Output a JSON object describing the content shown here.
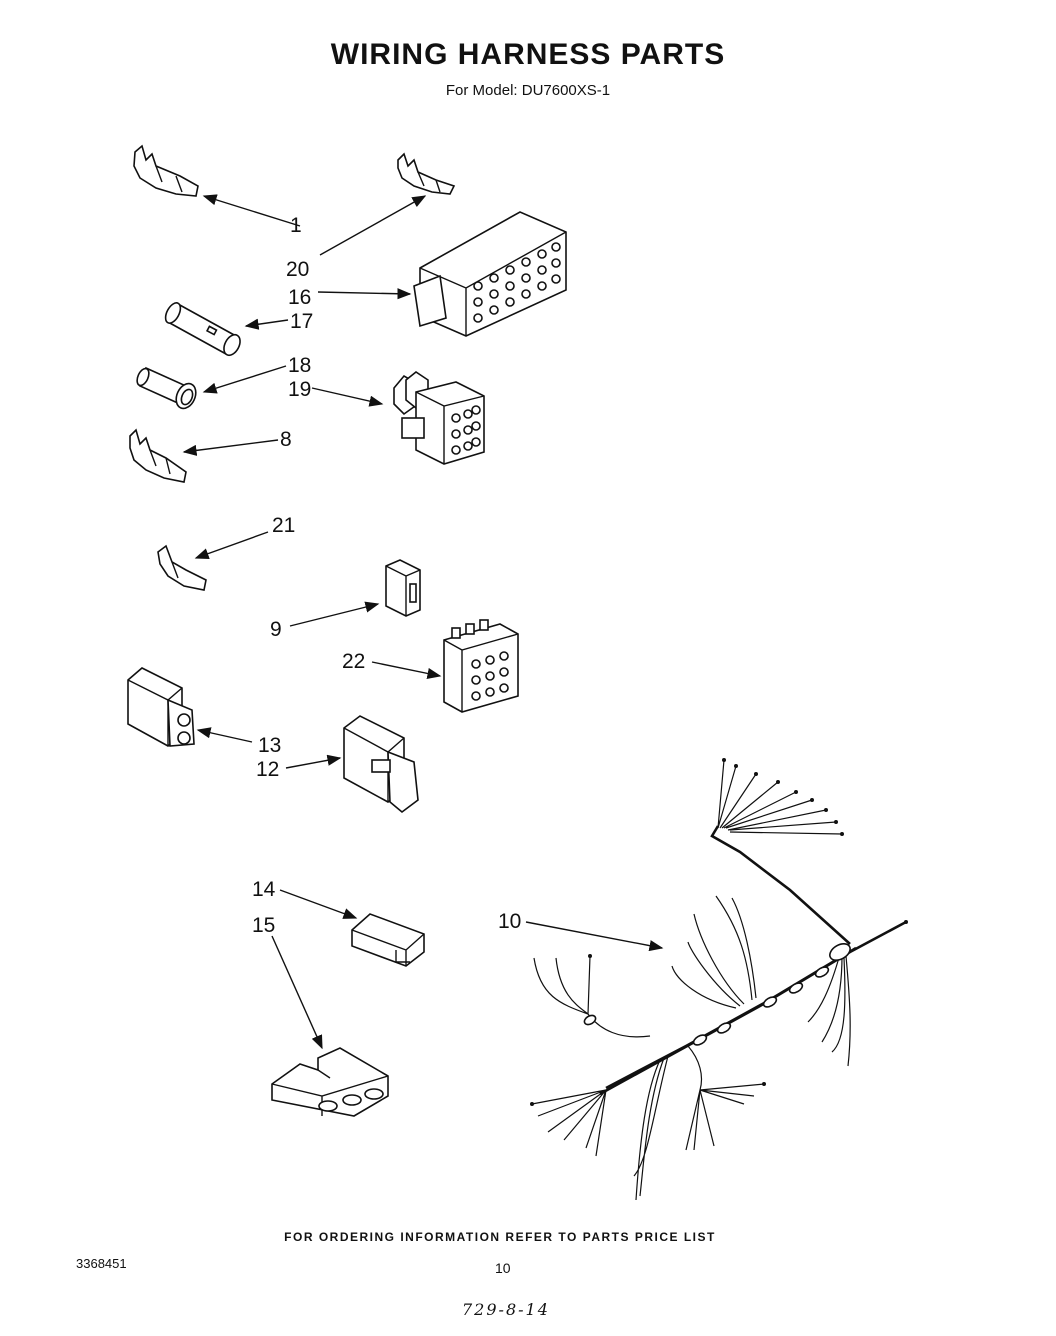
{
  "header": {
    "title": "WIRING HARNESS PARTS",
    "subtitle": "For Model: DU7600XS-1"
  },
  "callouts": {
    "c1": "1",
    "c20": "20",
    "c16": "16",
    "c17": "17",
    "c18": "18",
    "c19": "19",
    "c8": "8",
    "c21": "21",
    "c9": "9",
    "c22": "22",
    "c13": "13",
    "c12": "12",
    "c14": "14",
    "c15": "15",
    "c10": "10"
  },
  "footer": {
    "note": "FOR ORDERING INFORMATION REFER TO PARTS PRICE LIST",
    "doc_number": "3368451",
    "page_number": "10",
    "handwritten": "729-8-14"
  }
}
